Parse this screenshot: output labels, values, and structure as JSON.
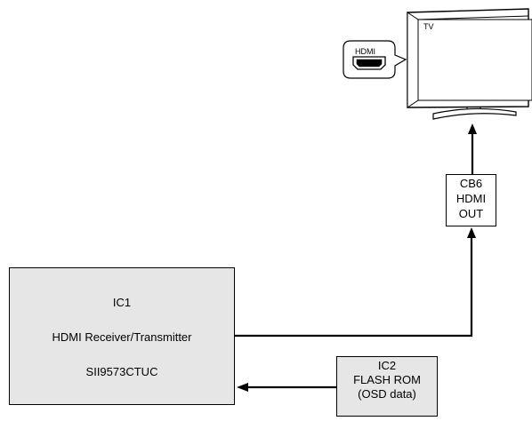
{
  "tv": {
    "label": "TV"
  },
  "hdmi_port": {
    "label": "HDMI"
  },
  "cb6": {
    "lines": [
      "CB6",
      "HDMI",
      "OUT"
    ]
  },
  "ic1": {
    "lines": [
      "IC1",
      "HDMI Receiver/Transmitter",
      "SII9573CTUC"
    ]
  },
  "ic2": {
    "lines": [
      "IC2",
      "FLASH ROM",
      "(OSD data)"
    ]
  },
  "colors": {
    "box_fill": "#e6e6e6",
    "line": "#000000",
    "tv_frame": "#ffffff"
  }
}
